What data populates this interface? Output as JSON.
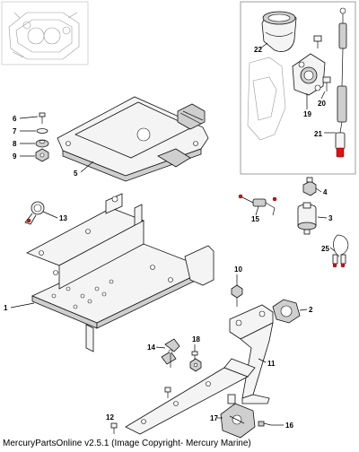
{
  "footer": {
    "credit": "MercuryPartsOnline v2.5.1 (Image Copyright- Mercury Marine)"
  },
  "callouts": {
    "c1": "1",
    "c2": "2",
    "c3": "3",
    "c4": "4",
    "c5": "5",
    "c6": "6",
    "c7": "7",
    "c8": "8",
    "c9": "9",
    "c10": "10",
    "c11": "11",
    "c12": "12",
    "c13": "13",
    "c14": "14",
    "c15": "15",
    "c16": "16",
    "c17": "17",
    "c18": "18",
    "c19": "19",
    "c20": "20",
    "c21": "21",
    "c22": "22",
    "c25": "25"
  },
  "colors": {
    "accent_red": "#e01010",
    "line": "#111111",
    "inset_border": "#888888"
  },
  "icons": [
    "engine-block-thumbnail",
    "ecm-module",
    "mounting-bracket",
    "sensor",
    "bolt",
    "clip",
    "grommet",
    "nut"
  ]
}
